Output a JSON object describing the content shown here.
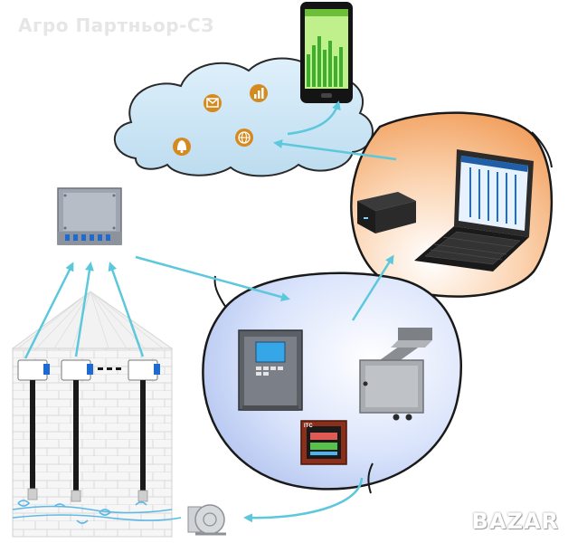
{
  "watermark": "Агро Партньор-СЗ",
  "bazar_logo": "BAZAR",
  "controller_badge": "ITC",
  "colors": {
    "arrow": "#5cc8dc",
    "cloud": "#cfe7f5",
    "orange_zone": "#f2a05c",
    "blue_zone": "#b6c8f0",
    "silo": "#f4f4f4",
    "icon_orange": "#d48a1e"
  },
  "icons": [
    "mail-icon",
    "bar-chart-icon",
    "bell-icon",
    "globe-icon",
    "smartphone-icon",
    "laptop-icon",
    "mini-pc-icon",
    "fan-blower-icon"
  ]
}
